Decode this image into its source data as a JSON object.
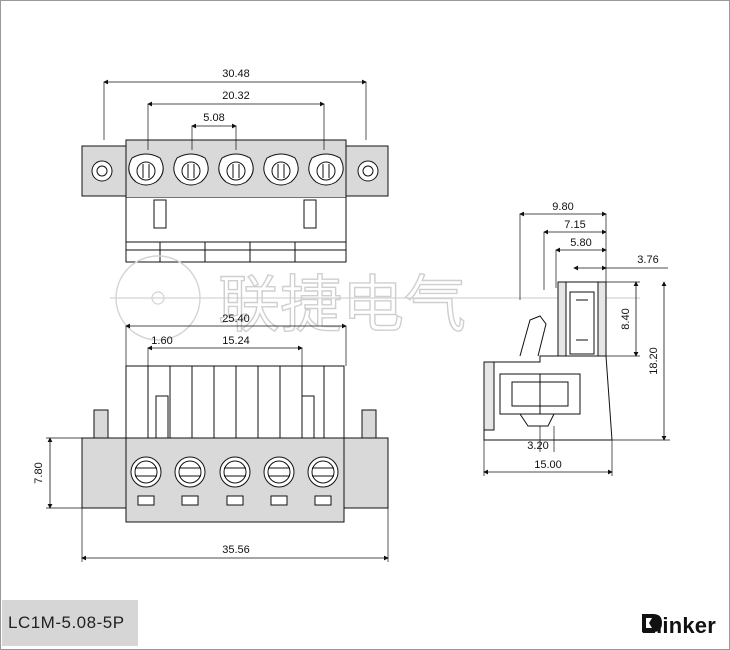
{
  "drawing": {
    "top_view": {
      "dims": {
        "overall": "30.48",
        "mid": "20.32",
        "pitch": "5.08"
      }
    },
    "front_view": {
      "dims": {
        "pin_span": "25.40",
        "inner_span": "15.24",
        "offset": "1.60",
        "height": "7.80",
        "overall_width": "35.56"
      }
    },
    "side_view": {
      "dims": {
        "d1": "9.80",
        "d2": "7.15",
        "d3": "5.80",
        "d4": "3.76",
        "d5": "8.40",
        "d6": "18.20",
        "d7": "3.20",
        "d8": "15.00"
      }
    },
    "watermark": "联捷电气"
  },
  "footer": {
    "model_label": "LC1M-5.08-5P",
    "brand": "Elinker"
  }
}
